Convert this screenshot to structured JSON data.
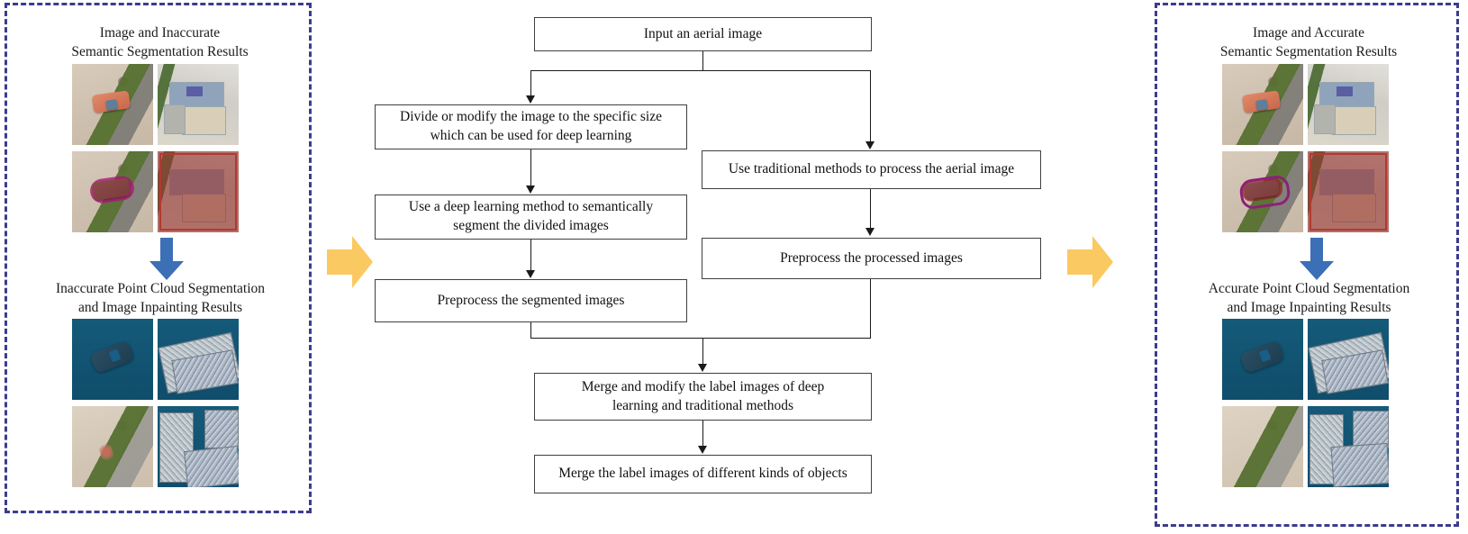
{
  "left_panel": {
    "title_top": "Image and Inaccurate\nSemantic Segmentation Results",
    "title_bottom": "Inaccurate Point Cloud Segmentation\nand Image Inpainting Results",
    "arrow_icon": "blue-down-arrow-icon",
    "thumbnails_top": [
      {
        "name": "aerial-car-image",
        "caption": "aerial image of an orange car on soil"
      },
      {
        "name": "aerial-building-image",
        "caption": "aerial image of buildings"
      },
      {
        "name": "inaccurate-car-segmentation",
        "caption": "car with inaccurate pink segmentation mask"
      },
      {
        "name": "inaccurate-building-segmentation",
        "caption": "buildings with inaccurate red segmentation mask"
      }
    ],
    "thumbnails_bottom": [
      {
        "name": "inaccurate-car-point-cloud",
        "caption": "car point cloud on blue background"
      },
      {
        "name": "inaccurate-building-point-cloud",
        "caption": "building point cloud on blue background"
      },
      {
        "name": "inaccurate-car-inpainting",
        "caption": "inpainted ground with residual car artifacts"
      },
      {
        "name": "inaccurate-building-inpainting",
        "caption": "inpainted building point cloud with holes"
      }
    ]
  },
  "right_panel": {
    "title_top": "Image and Accurate\nSemantic Segmentation Results",
    "title_bottom": "Accurate Point Cloud Segmentation\nand Image Inpainting Results",
    "arrow_icon": "blue-down-arrow-icon",
    "thumbnails_top": [
      {
        "name": "aerial-car-image",
        "caption": "aerial image of an orange car on soil"
      },
      {
        "name": "aerial-building-image",
        "caption": "aerial image of buildings"
      },
      {
        "name": "accurate-car-segmentation",
        "caption": "car with accurate purple segmentation mask"
      },
      {
        "name": "accurate-building-segmentation",
        "caption": "buildings with accurate red segmentation mask"
      }
    ],
    "thumbnails_bottom": [
      {
        "name": "accurate-car-point-cloud",
        "caption": "car point cloud on blue background"
      },
      {
        "name": "accurate-building-point-cloud",
        "caption": "building point cloud on blue background"
      },
      {
        "name": "accurate-car-inpainting",
        "caption": "cleanly inpainted ground"
      },
      {
        "name": "accurate-building-inpainting",
        "caption": "cleanly inpainted building point cloud"
      }
    ]
  },
  "transition_arrows": {
    "left_to_flow": {
      "name": "yellow-right-arrow-icon",
      "color": "#fbc962"
    },
    "flow_to_right": {
      "name": "yellow-right-arrow-icon",
      "color": "#fbc962"
    }
  },
  "flowchart": {
    "nodes": [
      {
        "id": "input",
        "label": "Input an aerial image"
      },
      {
        "id": "divide",
        "label": "Divide or modify the image to the specific size\nwhich can be used for deep learning"
      },
      {
        "id": "deep_segment",
        "label": "Use a deep learning method to semantically\nsegment the divided images"
      },
      {
        "id": "preprocess_seg",
        "label": "Preprocess the segmented images"
      },
      {
        "id": "traditional",
        "label": "Use traditional methods to process the aerial image"
      },
      {
        "id": "preprocess_proc",
        "label": "Preprocess the processed images"
      },
      {
        "id": "merge_modify",
        "label": "Merge and modify the label images of deep\nlearning and traditional methods"
      },
      {
        "id": "merge_labels",
        "label": "Merge the label images of different kinds of objects"
      }
    ],
    "edges": [
      {
        "from": "input",
        "to": "divide"
      },
      {
        "from": "input",
        "to": "traditional"
      },
      {
        "from": "divide",
        "to": "deep_segment"
      },
      {
        "from": "deep_segment",
        "to": "preprocess_seg"
      },
      {
        "from": "traditional",
        "to": "preprocess_proc"
      },
      {
        "from": "preprocess_seg",
        "to": "merge_modify"
      },
      {
        "from": "preprocess_proc",
        "to": "merge_modify"
      },
      {
        "from": "merge_modify",
        "to": "merge_labels"
      }
    ]
  },
  "colors": {
    "panel_border": "#3b3c8e",
    "blue_arrow": "#3b6fb6",
    "yellow_arrow": "#fbc962",
    "box_border": "#3f3f3f",
    "connector": "#1a1a1a"
  }
}
